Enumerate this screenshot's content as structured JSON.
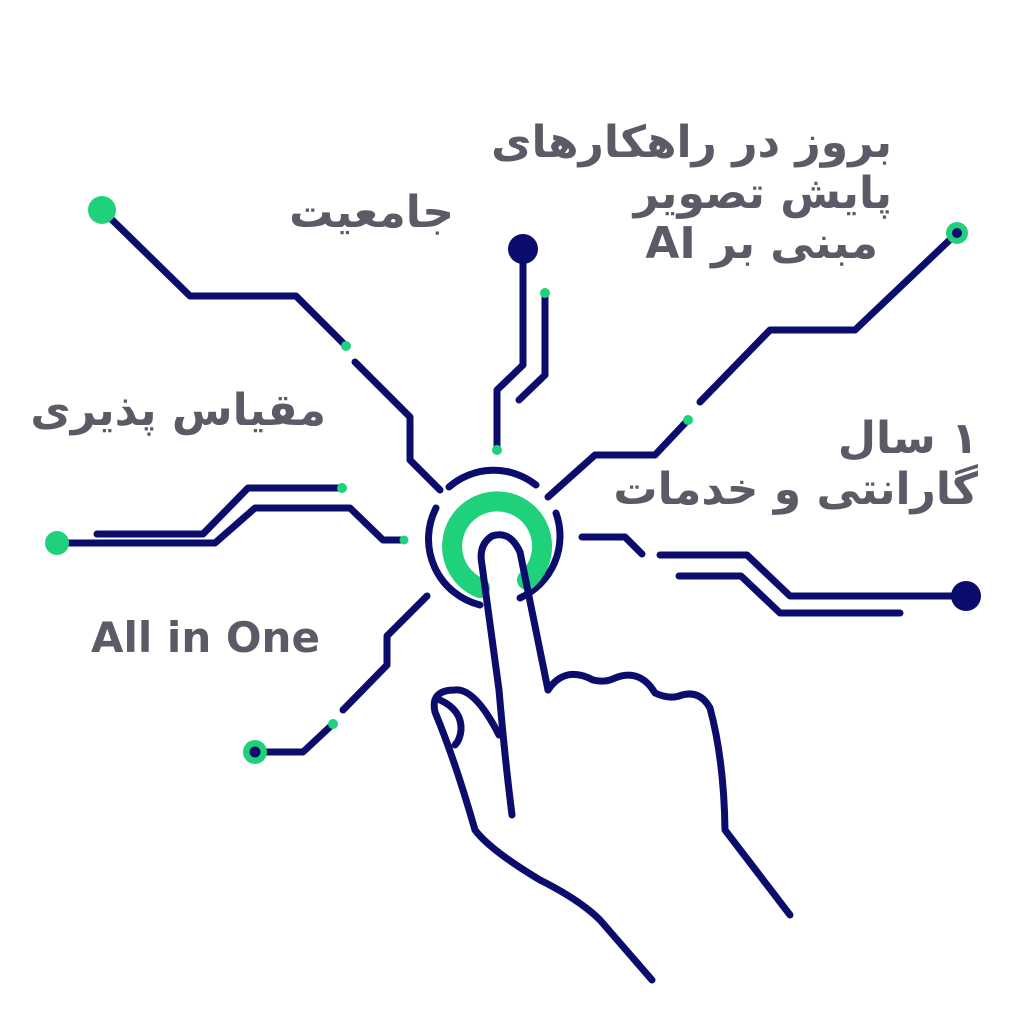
{
  "colors": {
    "navy": "#0b0c6b",
    "green": "#1fd17a",
    "text": "#5b5a66",
    "background": "#ffffff"
  },
  "labels": {
    "ai_updates": {
      "line1": "بروز در راهکارهای",
      "line2": "پایش تصویر",
      "line3": "مبنی بر AI"
    },
    "comprehensiveness": "جامعیت",
    "scalability": "مقیاس پذیری",
    "warranty": {
      "line1": "۱ سال",
      "line2": "گارانتی و خدمات"
    },
    "all_in_one": "All in One"
  },
  "icons": {
    "center": "touch-button-icon",
    "hand": "pointing-hand-icon",
    "circuit": "circuit-trace-icon"
  }
}
